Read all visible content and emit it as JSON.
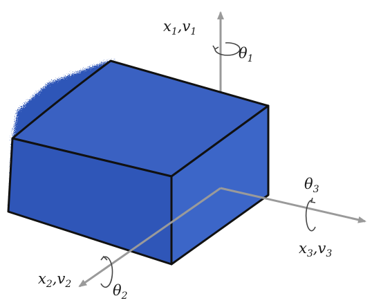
{
  "diagram": {
    "axes": [
      {
        "id": "axis-1",
        "var": "x",
        "sub": "1",
        "vel": "v",
        "velsub": "1",
        "rot": "θ",
        "rotsub": "1"
      },
      {
        "id": "axis-2",
        "var": "x",
        "sub": "2",
        "vel": "v",
        "velsub": "2",
        "rot": "θ",
        "rotsub": "2"
      },
      {
        "id": "axis-3",
        "var": "x",
        "sub": "3",
        "vel": "v",
        "velsub": "3",
        "rot": "θ",
        "rotsub": "3"
      }
    ],
    "colors": {
      "axis": "#9a9a9a",
      "block_front": "#2f56b8",
      "block_side": "#3c66c8",
      "block_top": "#3a61c2",
      "edge": "#111111"
    }
  }
}
